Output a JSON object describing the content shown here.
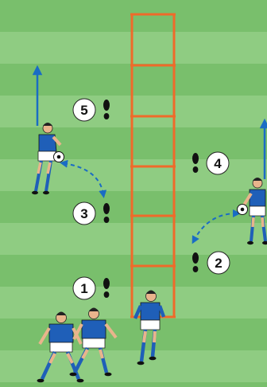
{
  "colors": {
    "stripe_light": "#8fcc82",
    "stripe_dark": "#79bf6c",
    "ladder": "#ef6a2a",
    "arrow": "#1a6cc4",
    "footprint": "#111111",
    "jersey": "#1f5fb8",
    "shorts": "#ffffff",
    "skin": "#e9b48c"
  },
  "ladder": {
    "rungs": 6,
    "color_name": "orange"
  },
  "markers": [
    {
      "label": "1",
      "icon": "footprint-icon"
    },
    {
      "label": "2",
      "icon": "footprint-icon"
    },
    {
      "label": "3",
      "icon": "footprint-icon"
    },
    {
      "label": "4",
      "icon": "footprint-icon"
    },
    {
      "label": "5",
      "icon": "footprint-icon"
    }
  ],
  "players": [
    {
      "role": "passer-left",
      "holds_ball": true
    },
    {
      "role": "passer-right",
      "holds_ball": true
    },
    {
      "role": "runner",
      "holds_ball": false
    },
    {
      "role": "waiting-player",
      "holds_ball": false
    },
    {
      "role": "waiting-player",
      "holds_ball": false
    }
  ],
  "arrows": [
    {
      "type": "solid",
      "meaning": "run-direction"
    },
    {
      "type": "solid",
      "meaning": "run-direction"
    },
    {
      "type": "dashed",
      "meaning": "pass"
    },
    {
      "type": "dashed",
      "meaning": "pass"
    }
  ]
}
